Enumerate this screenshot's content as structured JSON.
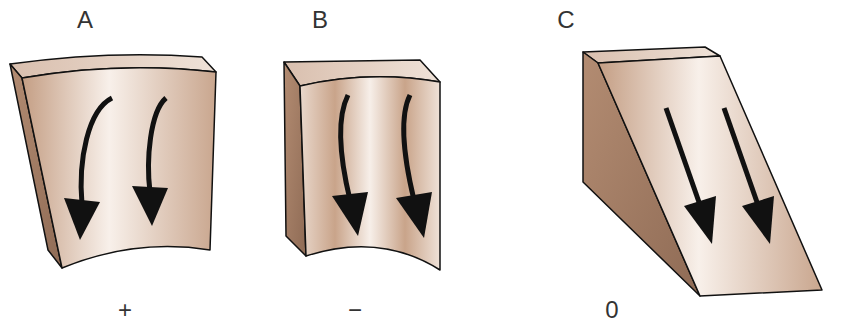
{
  "diagram": {
    "labels": [
      "A",
      "B",
      "C",
      "+",
      "−",
      "0"
    ]
  }
}
